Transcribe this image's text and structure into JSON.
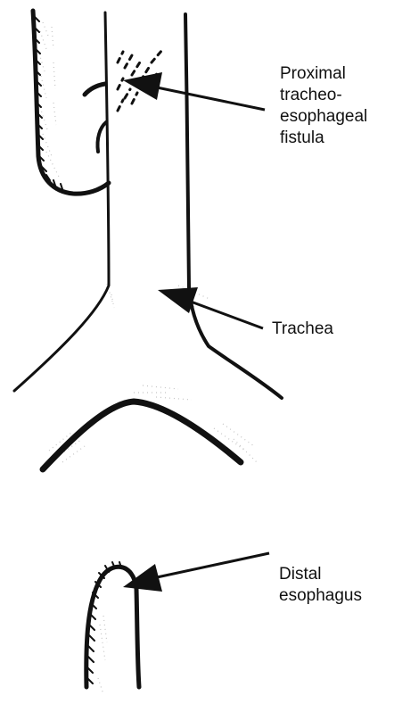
{
  "labels": {
    "fistula": [
      "Proximal",
      "tracheo-",
      "esophageal",
      "fistula"
    ],
    "trachea": [
      "Trachea"
    ],
    "distal": [
      "Distal",
      "esophagus"
    ]
  },
  "colors": {
    "ink": "#111111",
    "shading": "#bdbdbd",
    "background": "#ffffff"
  }
}
